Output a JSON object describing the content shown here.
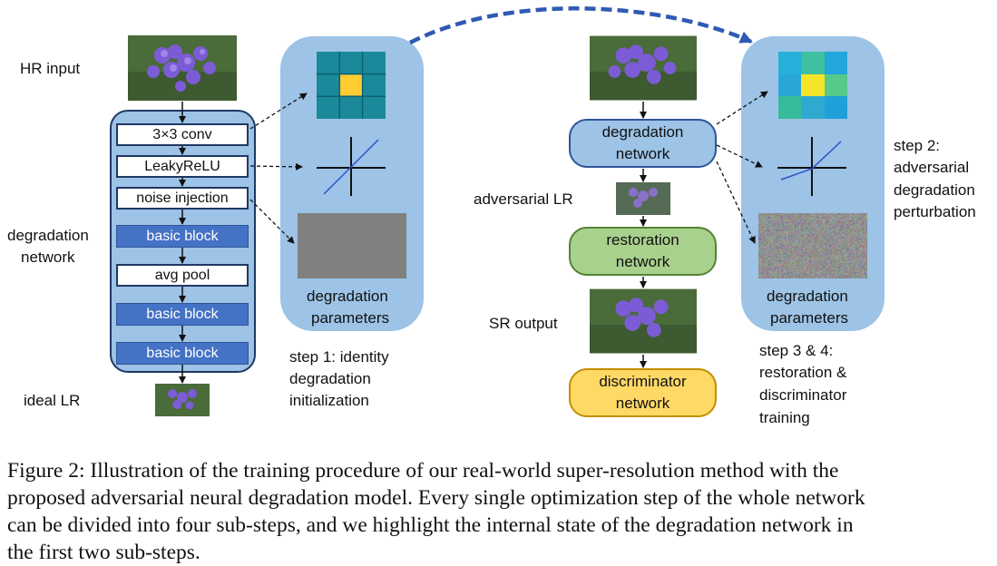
{
  "labels": {
    "hr_input": "HR input",
    "degradation_network_side": [
      "degradation",
      "network"
    ],
    "ideal_lr": "ideal LR",
    "adversarial_lr": "adversarial LR",
    "sr_output": "SR output"
  },
  "layers": {
    "conv": "3×3 conv",
    "leaky_relu": "LeakyReLU",
    "noise_injection": "noise injection",
    "basic_block_1": "basic block",
    "avg_pool": "avg pool",
    "basic_block_2": "basic block",
    "basic_block_3": "basic block"
  },
  "panels": {
    "left_title": [
      "degradation",
      "parameters"
    ],
    "right_title": [
      "degradation",
      "parameters"
    ]
  },
  "nodes": {
    "degradation_network": [
      "degradation",
      "network"
    ],
    "restoration_network": [
      "restoration",
      "network"
    ],
    "discriminator_network": [
      "discriminator",
      "network"
    ]
  },
  "steps": {
    "step1": [
      "step 1: identity",
      "degradation",
      "initialization"
    ],
    "step2": [
      "step 2:",
      "adversarial",
      "degradation",
      "perturbation"
    ],
    "step34": [
      "step 3 & 4:",
      "restoration &",
      "discriminator",
      "training"
    ]
  },
  "caption_lines": [
    "Figure 2: Illustration of the training procedure of our real-world super-resolution method with the",
    "proposed adversarial neural degradation model. Every single optimization step of the whole network",
    "can be divided into four sub-steps, and we highlight the internal state of the degradation network in",
    "the first two sub-steps."
  ],
  "colors": {
    "panel": "#9dc3e6",
    "basic_block": "#4472c4",
    "restoration": "#a9d18e",
    "discriminator": "#ffd966",
    "kernel_left_teal": "#1a8a9a",
    "kernel_center_yellow": "#ffcc33",
    "arrow_dashed_blue": "#2f5ab4"
  },
  "icons": [
    "flower-photo",
    "kernel-grid",
    "activation-plot",
    "noise-map"
  ]
}
